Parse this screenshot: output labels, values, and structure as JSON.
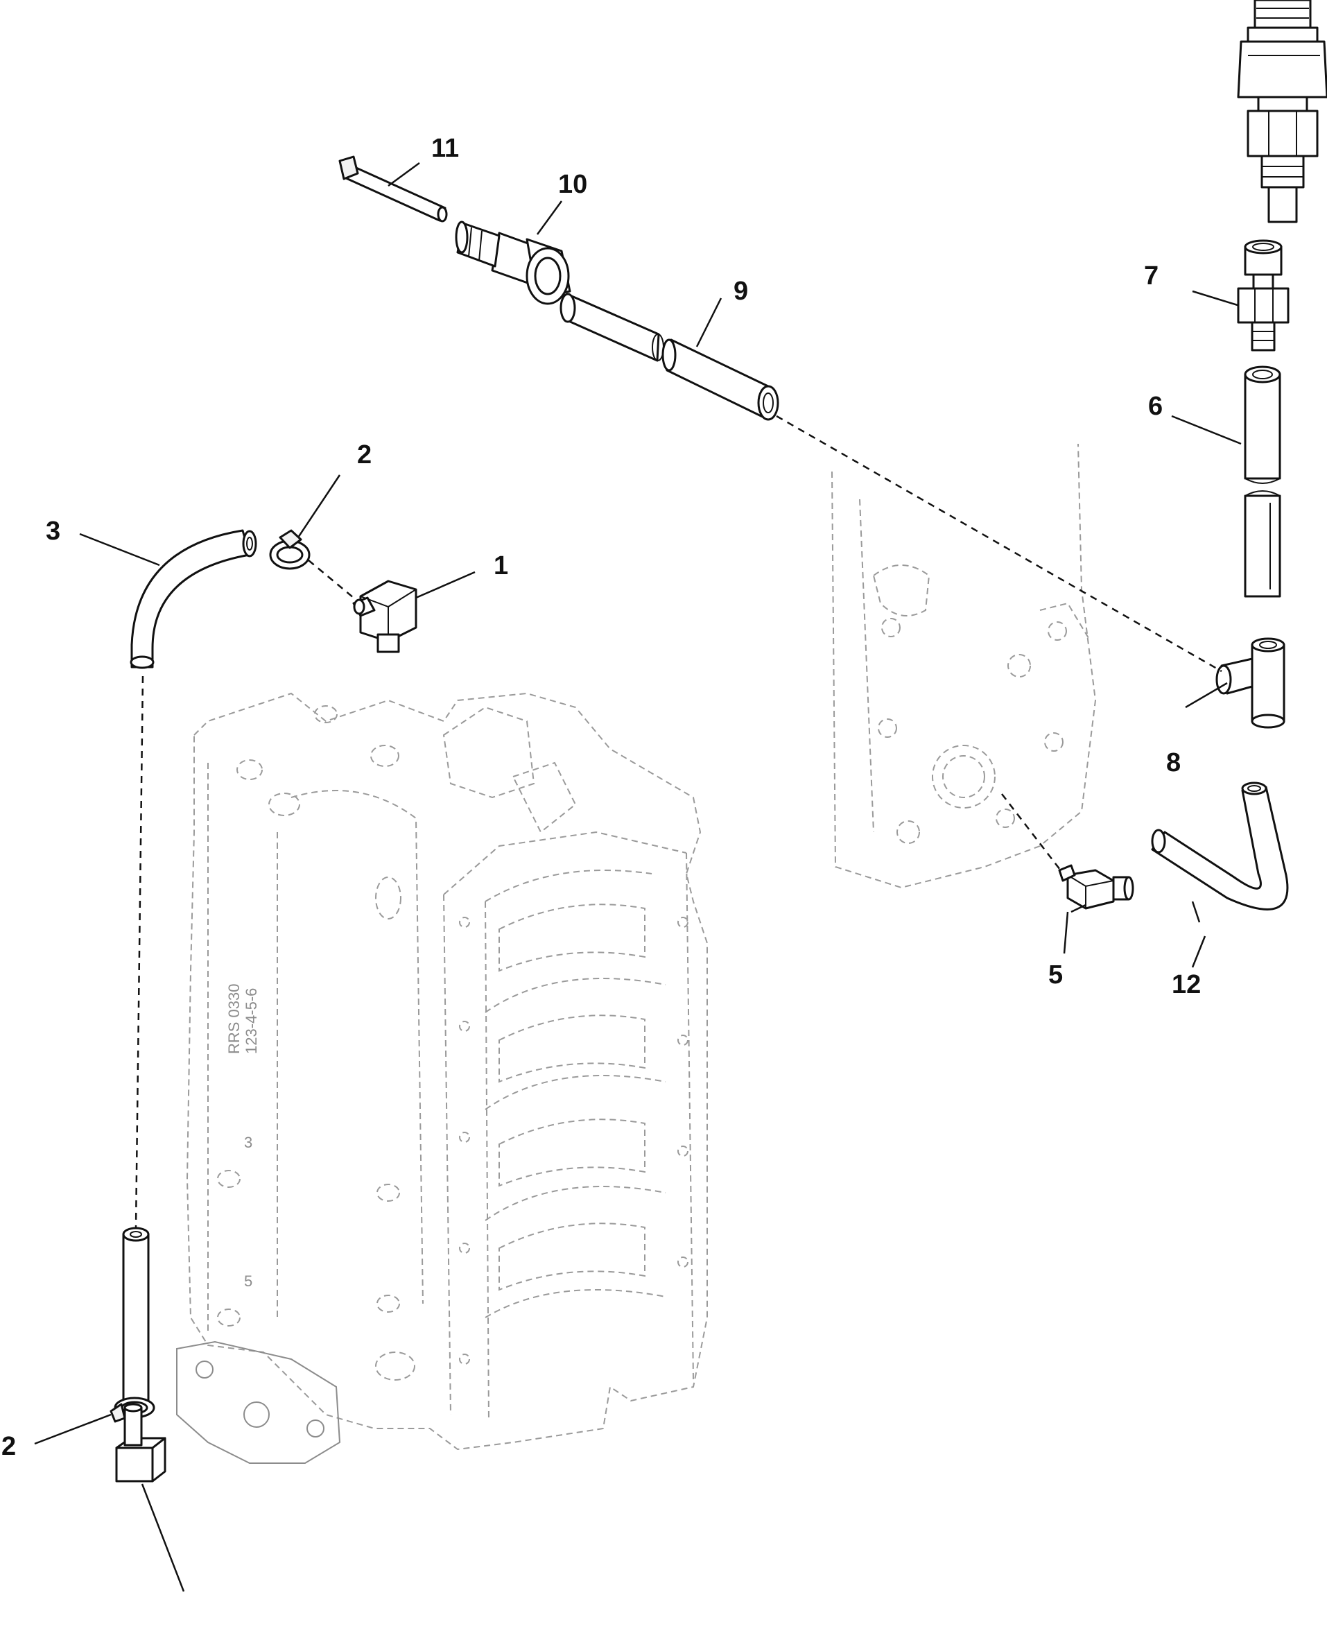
{
  "diagram": {
    "callouts": {
      "c1": "1",
      "c2a": "2",
      "c2b": "2",
      "c3": "3",
      "c5": "5",
      "c6": "6",
      "c7": "7",
      "c8": "8",
      "c9": "9",
      "c10": "10",
      "c11": "11",
      "c12": "12"
    },
    "block_markings": {
      "m1": "3",
      "m2": "5"
    }
  }
}
